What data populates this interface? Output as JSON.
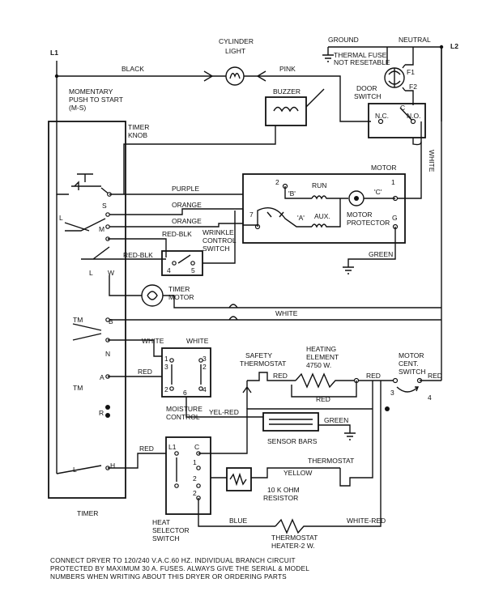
{
  "labels": {
    "l1": "L1",
    "l2": "L2",
    "cylinder_light": [
      "CYLINDER",
      "LIGHT"
    ],
    "black": "BLACK",
    "pink": "PINK",
    "ground": "GROUND",
    "neutral": "NEUTRAL",
    "thermal_fuse": [
      "THERMAL FUSE",
      "NOT RESETABLE"
    ],
    "f1": "F1",
    "f2": "F2",
    "momentary": [
      "MOMENTARY",
      "PUSH TO START",
      "(M-S)"
    ],
    "buzzer": "BUZZER",
    "door_switch": [
      "DOOR",
      "SWITCH"
    ],
    "nc": "N.C.",
    "no": "N.O.",
    "c": "C",
    "timer_knob": [
      "TIMER",
      "KNOB"
    ],
    "white_vertical": "WHITE",
    "motor": "MOTOR",
    "run": "RUN",
    "aux": "AUX.",
    "b_quote": "'B'",
    "a_quote": "'A'",
    "c_quote": "'C'",
    "motor_protector": [
      "MOTOR",
      "PROTECTOR"
    ],
    "purple": "PURPLE",
    "orange1": "ORANGE",
    "orange2": "ORANGE",
    "red_blk1": "RED-BLK",
    "red_blk2": "RED-BLK",
    "wrinkle": [
      "WRINKLE",
      "CONTROL",
      "SWITCH"
    ],
    "green_motor": "GREEN",
    "timer_motor": [
      "TIMER",
      "MOTOR"
    ],
    "white_mid": "WHITE",
    "white_a": "WHITE",
    "white_b": "WHITE",
    "safety_thermostat": [
      "SAFETY",
      "THERMOSTAT"
    ],
    "heating_element": [
      "HEATING",
      "ELEMENT",
      "4750 W."
    ],
    "motor_cent": [
      "MOTOR",
      "CENT.",
      "SWITCH"
    ],
    "red_safety": "RED",
    "red_he": "RED",
    "red_mid": "RED",
    "red_right": "RED",
    "red_a": "RED",
    "red_h": "RED",
    "moisture_control": [
      "MOISTURE",
      "CONTROL"
    ],
    "yel_red": "YEL-RED",
    "green_sensor": "GREEN",
    "sensor_bars": "SENSOR BARS",
    "thermostat": "THERMOSTAT",
    "yellow": "YELLOW",
    "resistor": [
      "10 K OHM",
      "RESISTOR"
    ],
    "heat_selector": [
      "HEAT",
      "SELECTOR",
      "SWITCH"
    ],
    "blue": "BLUE",
    "white_red": "WHITE-RED",
    "thermostat_heater": [
      "THERMOSTAT",
      "HEATER-2 W."
    ],
    "timer": "TIMER",
    "tm1": "TM",
    "tm2": "TM",
    "letter_b": "B",
    "letter_n": "N",
    "letter_a": "A",
    "letter_r": "R",
    "letter_l_left": "L",
    "letter_l_bottom": "L",
    "letter_h": "H",
    "letter_m": "M",
    "letter_s": "S",
    "letter_w": "W",
    "letter_l_mid": "L",
    "num_1a": "1",
    "num_2a": "2",
    "num_7": "7",
    "num_g": "G",
    "num_4": "4",
    "num_5": "5",
    "num_3": "3",
    "num_2b": "2",
    "num_2c": "2",
    "num_1b": "1",
    "num_3b": "3",
    "num_4b": "4",
    "num_6": "6",
    "num_3c": "3",
    "num_4c": "4",
    "num_l1": "L1",
    "num_c2": "C",
    "num_1c": "1",
    "num_2d": "2",
    "num_2e": "2"
  },
  "footer": [
    "CONNECT DRYER TO 120/240 V.A.C.60 HZ. INDIVIDUAL BRANCH CIRCUIT",
    "PROTECTED BY MAXIMUM 30 A. FUSES. ALWAYS GIVE THE SERIAL & MODEL",
    "NUMBERS WHEN WRITING ABOUT THIS DRYER OR ORDERING PARTS"
  ]
}
